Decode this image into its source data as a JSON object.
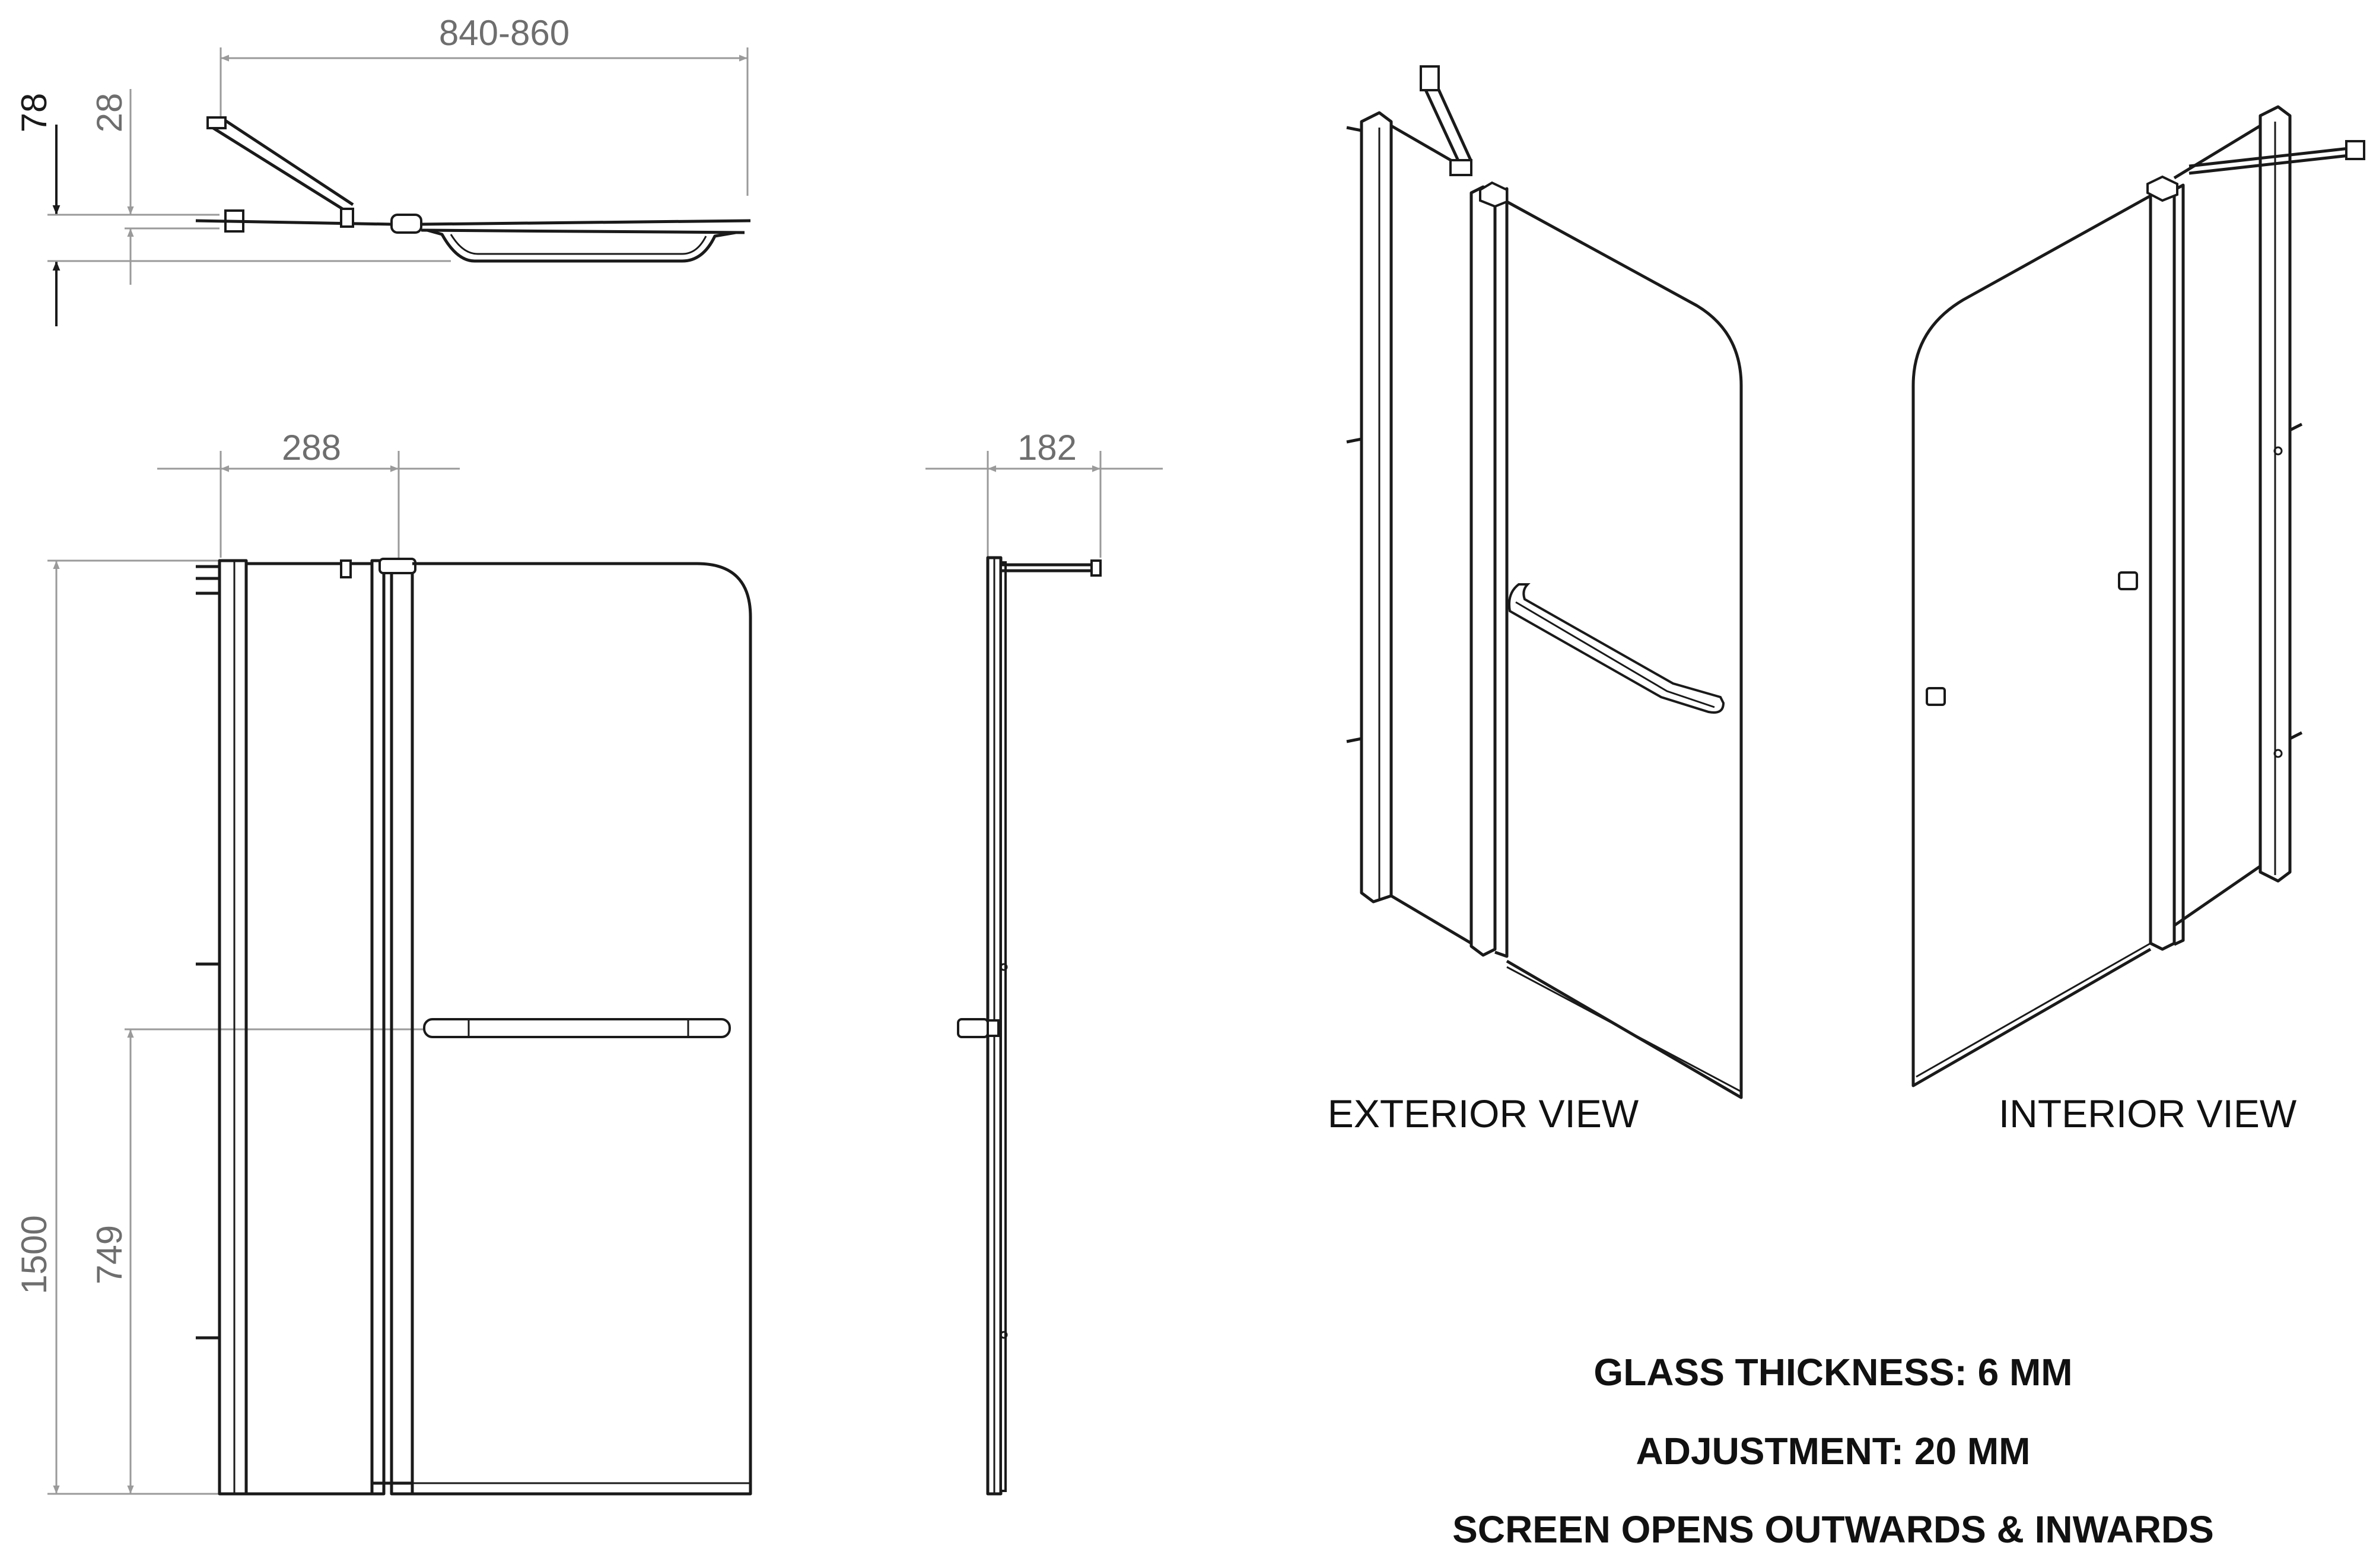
{
  "dimensions": {
    "overall_width": "840-860",
    "height_78": "78",
    "height_28": "28",
    "width_288": "288",
    "depth_182": "182",
    "height_1500": "1500",
    "handle_height_749": "749"
  },
  "views": {
    "exterior": "EXTERIOR VIEW",
    "interior": "INTERIOR VIEW"
  },
  "notes": {
    "glass": "GLASS THICKNESS: 6 MM",
    "adjustment": "ADJUSTMENT: 20 MM",
    "opens": "SCREEN OPENS OUTWARDS & INWARDS"
  }
}
